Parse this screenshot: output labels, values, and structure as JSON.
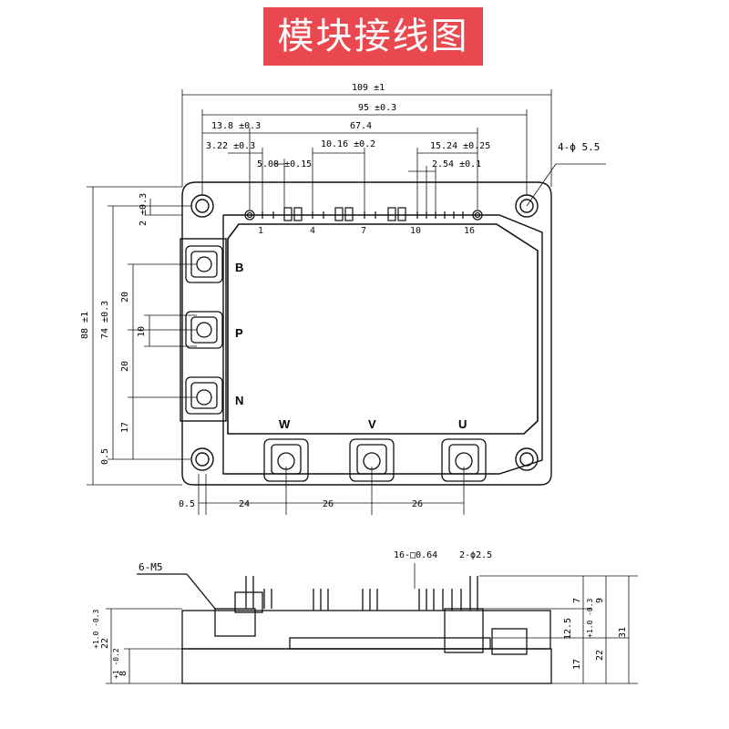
{
  "title": "模块接线图",
  "top_view": {
    "dims": {
      "overall_width": "109 ±1",
      "mount_pitch": "95 ±0.3",
      "pin1_offset": "13.8 ±0.3",
      "pin_span": "67.4",
      "pin1_x": "3.22 ±0.3",
      "pin_group": "10.16 ±0.2",
      "pin_group2": "15.24 ±0.25",
      "pin_pitch_a": "5.08 ±0.15",
      "pin_pitch_b": "2.54 ±0.1",
      "hole_label": "4-ϕ 5.5",
      "top_gap": "2 ±0.3",
      "overall_height": "88 ±1",
      "inner_height": "74 ±0.3",
      "pitch_20a": "20",
      "pitch_10": "10",
      "pitch_20b": "20",
      "pitch_17": "17",
      "offset_05_v": "0.5",
      "offset_05_h": "0.5",
      "pitch_24": "24",
      "pitch_26a": "26",
      "pitch_26b": "26"
    },
    "pin_numbers": [
      "1",
      "4",
      "7",
      "10",
      "16"
    ],
    "terminals_left": [
      "B",
      "P",
      "N"
    ],
    "terminals_bottom": [
      "W",
      "V",
      "U"
    ]
  },
  "side_view": {
    "screw_label": "6-M5",
    "pin_label": "16-□0.64",
    "pin2_label": "2-ϕ2.5",
    "dim_7": "7",
    "dim_9": "9",
    "dim_12_5": "12.5",
    "dim_17": "17",
    "dim_22_right": "22",
    "tol_22_right": "+1.0 -0.3",
    "dim_31": "31",
    "dim_22_left": "22",
    "tol_22_left": "+1.0 -0.3",
    "dim_8": "8",
    "tol_8": "+1 -0.2"
  }
}
